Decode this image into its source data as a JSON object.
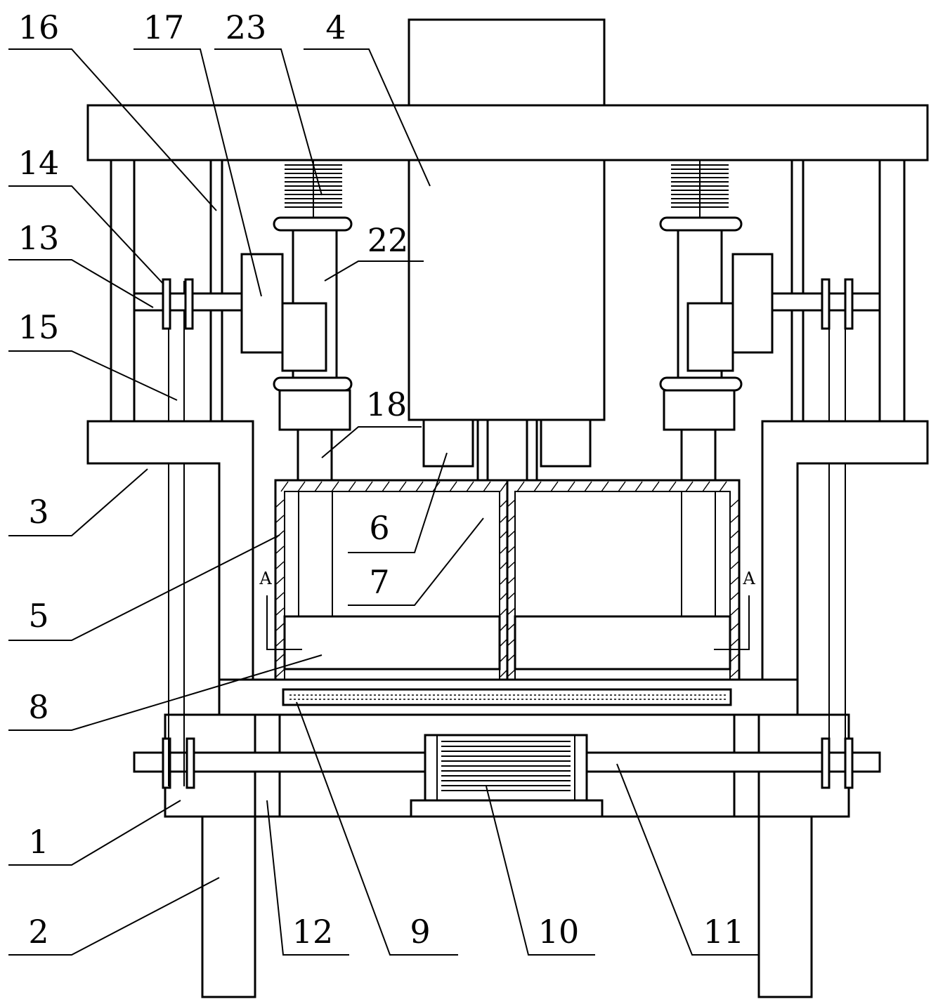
{
  "callouts": [
    {
      "id": "c16",
      "text": "16"
    },
    {
      "id": "c17",
      "text": "17"
    },
    {
      "id": "c23",
      "text": "23"
    },
    {
      "id": "c4",
      "text": "4"
    },
    {
      "id": "c14",
      "text": "14"
    },
    {
      "id": "c13",
      "text": "13"
    },
    {
      "id": "c22",
      "text": "22"
    },
    {
      "id": "c15",
      "text": "15"
    },
    {
      "id": "c18",
      "text": "18"
    },
    {
      "id": "c3",
      "text": "3"
    },
    {
      "id": "c6",
      "text": "6"
    },
    {
      "id": "c7",
      "text": "7"
    },
    {
      "id": "c5",
      "text": "5"
    },
    {
      "id": "c8",
      "text": "8"
    },
    {
      "id": "c1",
      "text": "1"
    },
    {
      "id": "c2",
      "text": "2"
    },
    {
      "id": "c12",
      "text": "12"
    },
    {
      "id": "c9",
      "text": "9"
    },
    {
      "id": "c10",
      "text": "10"
    },
    {
      "id": "c11",
      "text": "11"
    }
  ],
  "section_marks": {
    "left": "A",
    "right": "A"
  }
}
